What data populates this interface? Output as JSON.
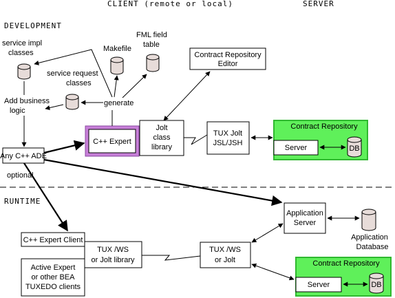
{
  "headers": {
    "client": "CLIENT (remote or local)",
    "server": "SERVER"
  },
  "sections": {
    "development": "DEVELOPMENT",
    "runtime": "RUNTIME"
  },
  "labels": {
    "service_impl": [
      "service impl",
      "classes"
    ],
    "makefile": "Makefile",
    "fml_table": [
      "FML field",
      "table"
    ],
    "service_request": [
      "service request",
      "classes"
    ],
    "add_business": [
      "Add business",
      "logic"
    ],
    "generate": "generate",
    "optional": "optional",
    "app_db": [
      "Application",
      "Database"
    ]
  },
  "boxes": {
    "contract_editor": [
      "Contract Repository",
      "Editor"
    ],
    "cpp_expert": "C++ Expert",
    "jolt_class": [
      "Jolt",
      "class",
      "library"
    ],
    "tux_jolt": [
      "TUX Jolt",
      "JSL/JSH"
    ],
    "any_ade": "Any C++ ADE",
    "app_server": [
      "Application",
      "Server"
    ],
    "expert_client": "C++ Expert Client",
    "tuxws_left": [
      "TUX /WS",
      "or Jolt library"
    ],
    "tuxws_mid": [
      "TUX /WS",
      "or Jolt"
    ],
    "active_expert": [
      "Active Expert",
      "or other BEA",
      "TUXEDO clients"
    ],
    "server_label": "Server",
    "db_label": "DB"
  },
  "repo": {
    "title": "Contract Repository"
  },
  "colors": {
    "repo_fill": "#5ff05a",
    "repo_stroke": "#2fb82f",
    "highlight": "#c77fd8",
    "cylinder": "#e7dcd9"
  }
}
